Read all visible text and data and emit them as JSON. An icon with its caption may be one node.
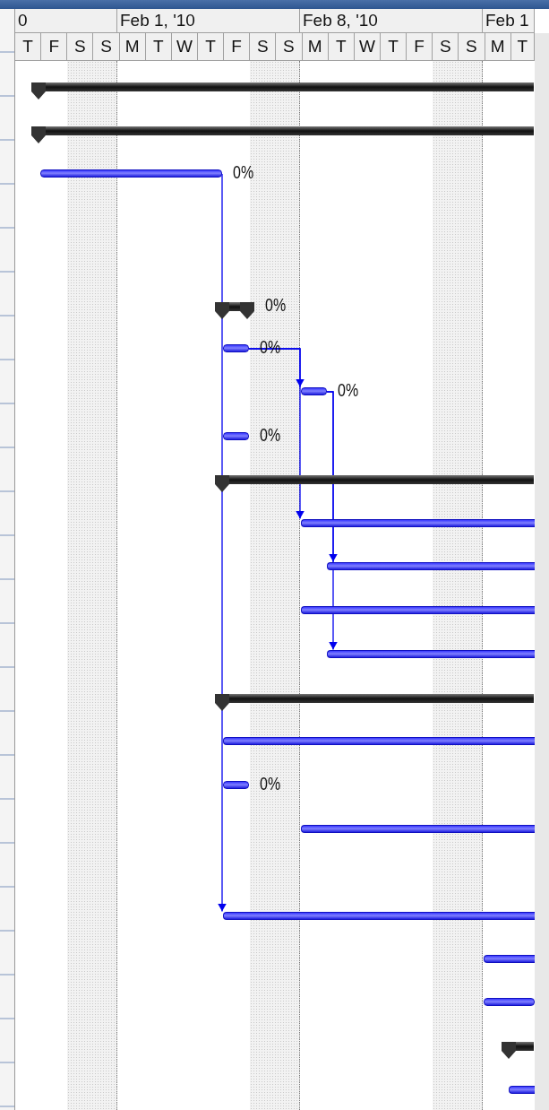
{
  "diagram": {
    "nodes": [
      {
        "text": [],
        "shape": "bracket"
      },
      {
        "text": [],
        "shape": "bracket"
      },
      {
        "text": [],
        "shape": "bar",
        "beside": [
          "0%"
        ]
      },
      {
        "text": [],
        "shape": "bracket",
        "beside": [
          "0%"
        ]
      },
      {
        "text": [],
        "shape": "bar",
        "beside": [
          "0%"
        ]
      },
      {
        "text": [],
        "shape": "bar",
        "beside": [
          "0%"
        ]
      },
      {
        "text": [],
        "shape": "bar",
        "beside": [
          "0%"
        ]
      },
      {
        "text": [],
        "shape": "bracket"
      },
      {
        "text": [],
        "shape": "bar"
      },
      {
        "text": [],
        "shape": "bar"
      },
      {
        "text": [],
        "shape": "bar"
      },
      {
        "text": [],
        "shape": "bar"
      },
      {
        "text": [],
        "shape": "bracket"
      },
      {
        "text": [],
        "shape": "bar"
      },
      {
        "text": [],
        "shape": "bar",
        "beside": [
          "0%"
        ]
      },
      {
        "text": [],
        "shape": "bar"
      },
      {
        "text": [],
        "shape": "bar"
      },
      {
        "text": [],
        "shape": "bar"
      },
      {
        "text": [],
        "shape": "bar"
      },
      {
        "text": [],
        "shape": "bracket"
      },
      {
        "text": [],
        "shape": "bar"
      }
    ],
    "edges": [
      {
        "from": 2,
        "to": 16,
        "arrow": "to"
      },
      {
        "from": 4,
        "to": 5,
        "arrow": "to"
      },
      {
        "from": 4,
        "to": 8,
        "arrow": "to"
      },
      {
        "from": 5,
        "to": 9,
        "arrow": "to"
      },
      {
        "from": 5,
        "to": 11,
        "arrow": "to"
      }
    ],
    "labels": [
      "0",
      "Feb 1, '10",
      "Feb 8, '10",
      "Feb 1",
      "T",
      "F",
      "S",
      "S",
      "M",
      "T",
      "W",
      "T",
      "F",
      "S",
      "S",
      "M",
      "T",
      "W",
      "T",
      "F",
      "S",
      "S",
      "M",
      "T"
    ]
  }
}
